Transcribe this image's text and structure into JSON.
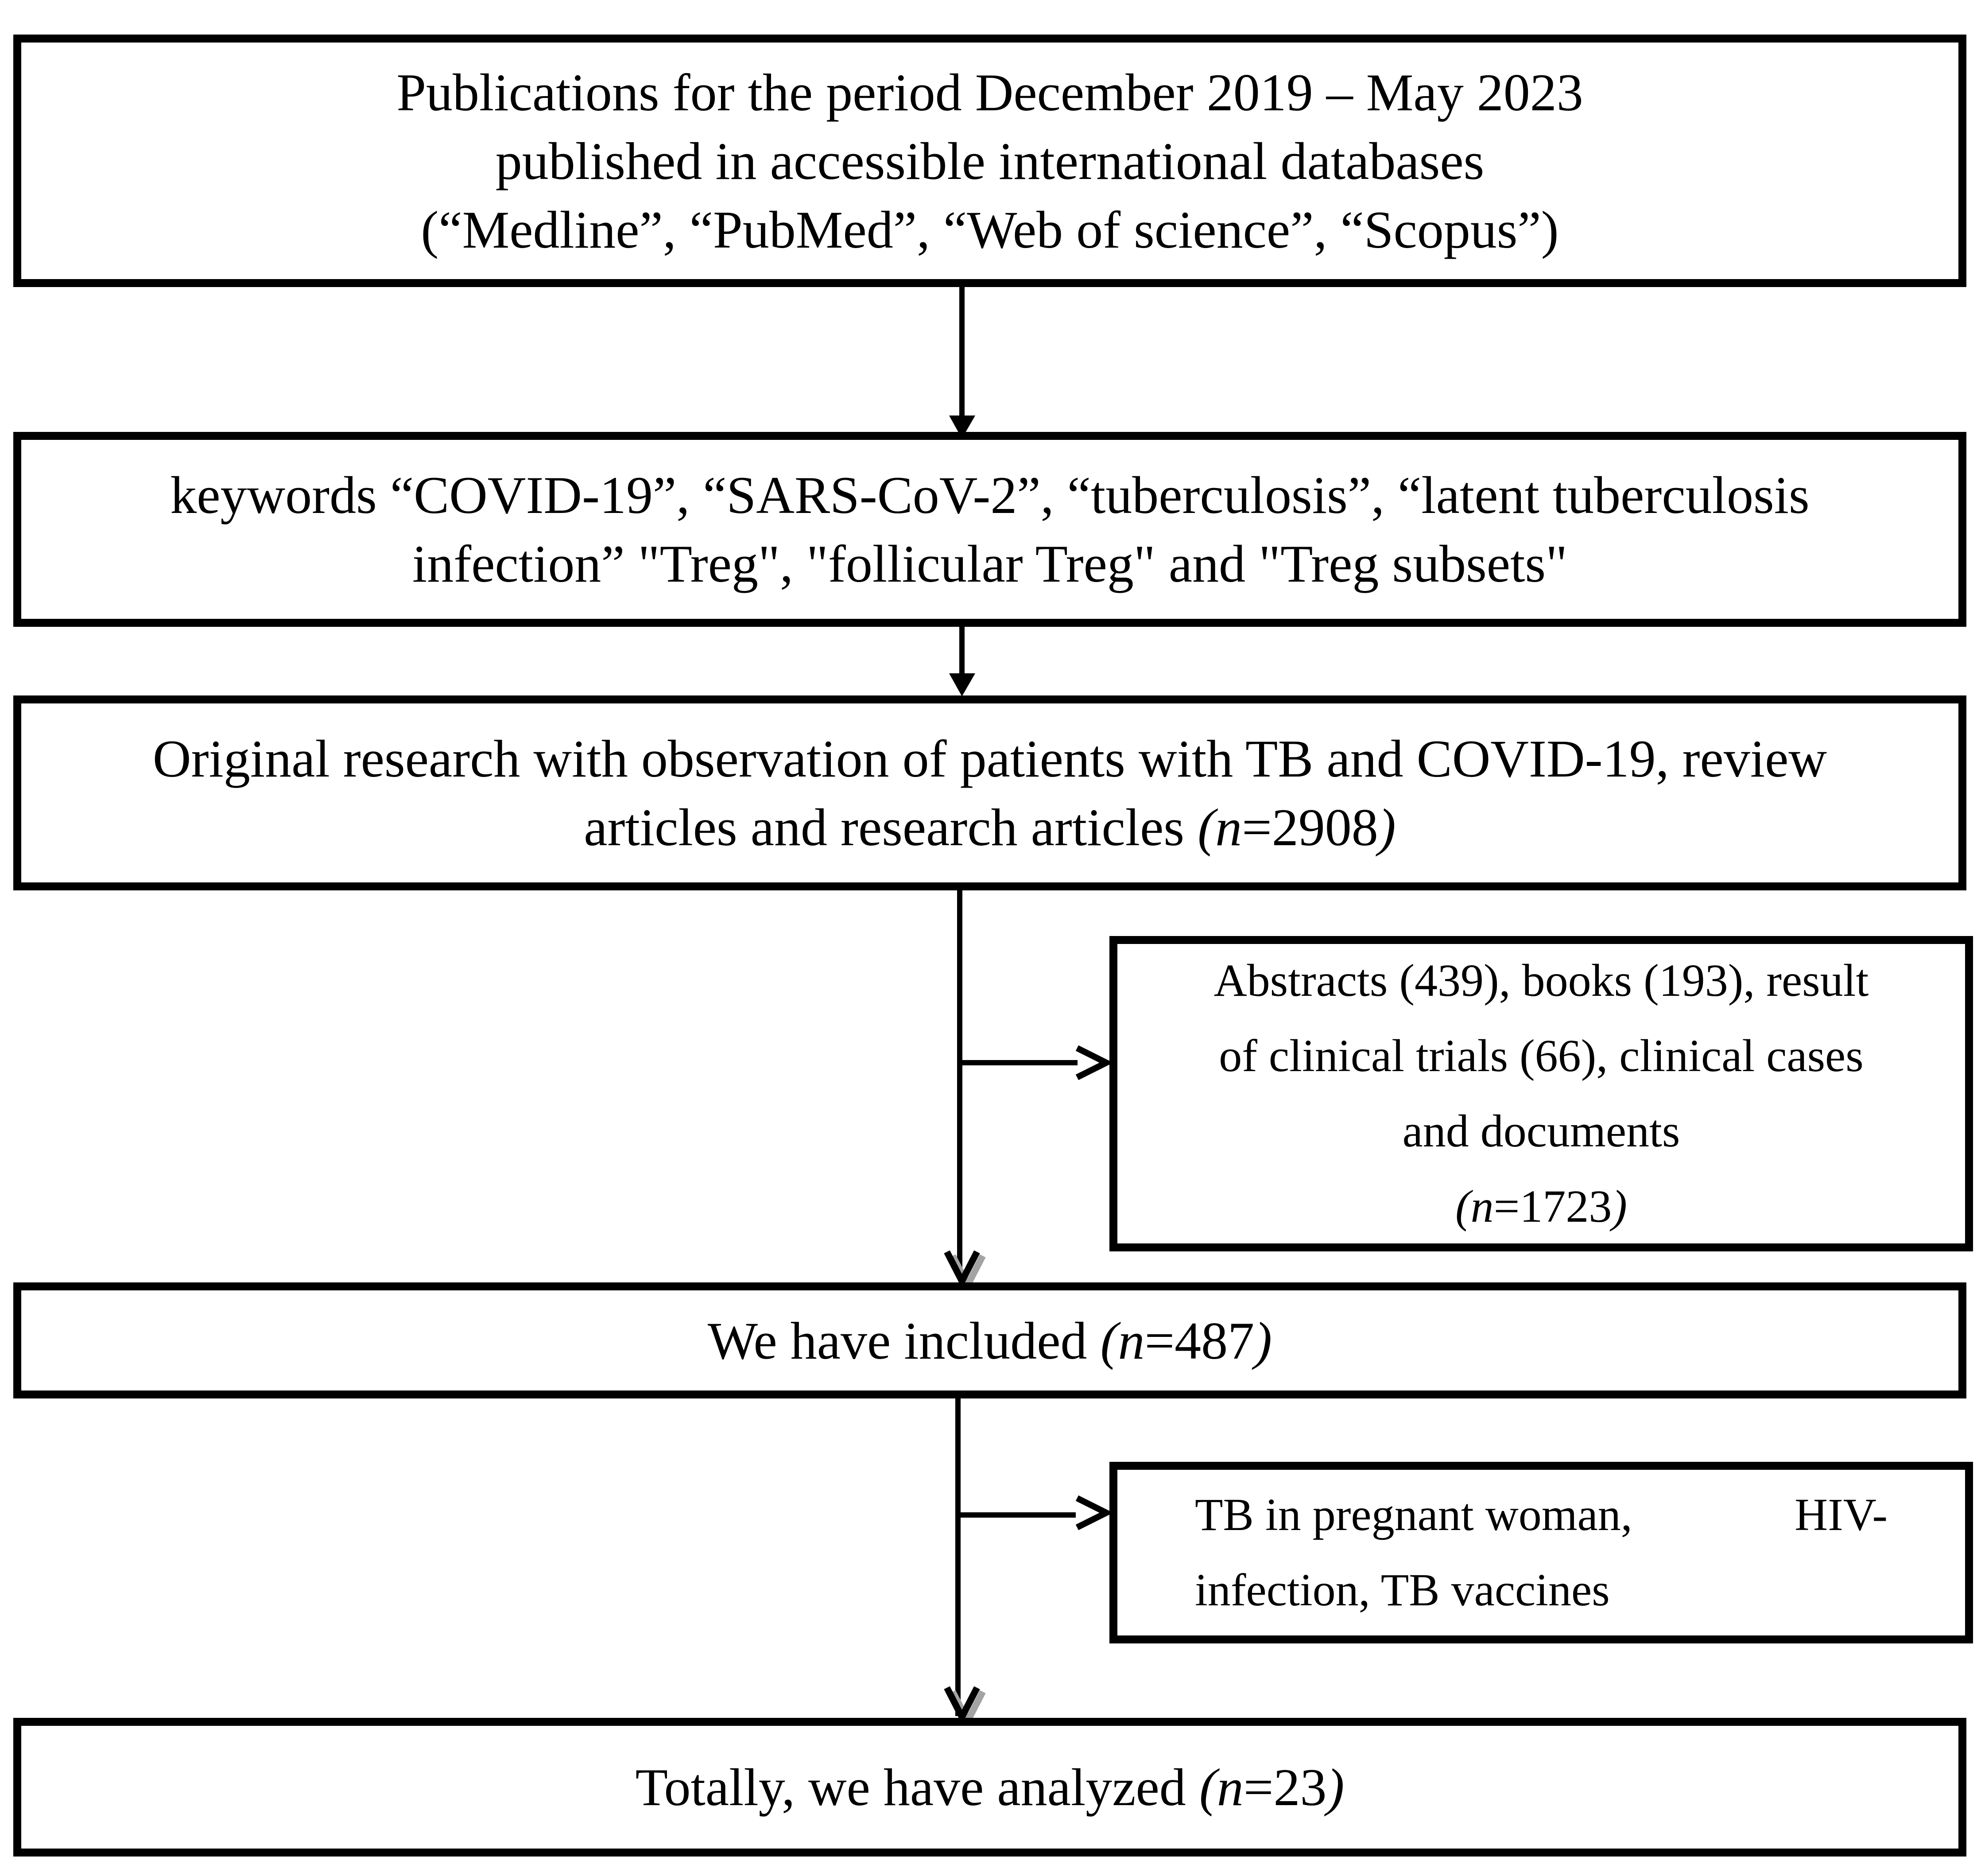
{
  "page": {
    "type": "flowchart",
    "background": "#ffffff",
    "ink": "#000000",
    "arrow_shadow": "#a3a3a3"
  },
  "flowchart": {
    "boxes": [
      {
        "id": "publications",
        "lines": [
          {
            "segs": [
              {
                "t": "Publications for the period December 2019 – May 2023"
              }
            ]
          },
          {
            "segs": [
              {
                "t": "published in accessible international databases"
              }
            ]
          },
          {
            "segs": [
              {
                "t": "(“Medline”, “PubMed”, “Web of science”, “Scopus”)"
              }
            ]
          }
        ]
      },
      {
        "id": "keywords",
        "lines": [
          {
            "segs": [
              {
                "t": "keywords “COVID-19”, “SARS-CoV-2”, “tuberculosis”, “latent tuberculosis"
              }
            ]
          },
          {
            "segs": [
              {
                "t": "infection” \"Treg\", \"follicular Treg\" and \"Treg subsets\""
              }
            ]
          }
        ]
      },
      {
        "id": "original-research",
        "lines": [
          {
            "segs": [
              {
                "t": "Original research with observation of patients with TB and COVID-19, review"
              }
            ]
          },
          {
            "segs": [
              {
                "t": "articles and research articles "
              },
              {
                "t": "(n",
                "i": true
              },
              {
                "t": "=2908"
              },
              {
                "t": ")",
                "i": true
              }
            ]
          }
        ]
      },
      {
        "id": "included",
        "lines": [
          {
            "segs": [
              {
                "t": "We have included "
              },
              {
                "t": "(n",
                "i": true
              },
              {
                "t": "=487"
              },
              {
                "t": ")",
                "i": true
              }
            ]
          }
        ]
      },
      {
        "id": "analyzed",
        "lines": [
          {
            "segs": [
              {
                "t": "Totally, we have analyzed "
              },
              {
                "t": "(n",
                "i": true
              },
              {
                "t": "=23"
              },
              {
                "t": ")",
                "i": true
              }
            ]
          }
        ]
      }
    ],
    "exclusions": [
      {
        "id": "excluded-publication-types",
        "lines": [
          {
            "segs": [
              {
                "t": "Abstracts (439), books (193), result"
              }
            ]
          },
          {
            "segs": [
              {
                "t": "of clinical trials (66), clinical cases"
              }
            ]
          },
          {
            "segs": [
              {
                "t": "and documents"
              }
            ]
          },
          {
            "segs": [
              {
                "t": "(n",
                "i": true
              },
              {
                "t": "=1723"
              },
              {
                "t": ")",
                "i": true
              }
            ]
          }
        ]
      },
      {
        "id": "excluded-topics",
        "lines": [
          {
            "justify": true,
            "segs": [
              {
                "t": "TB in pregnant woman,"
              },
              {
                "t": "HIV-"
              }
            ]
          },
          {
            "segs": [
              {
                "t": "infection, TB vaccines"
              }
            ]
          }
        ]
      }
    ],
    "edges": [
      {
        "from": "publications",
        "to": "keywords",
        "style": "filled-arrow-down"
      },
      {
        "from": "keywords",
        "to": "original-research",
        "style": "filled-arrow-down"
      },
      {
        "from": "original-research",
        "to": "included",
        "style": "open-arrow-down"
      },
      {
        "from": "original-research",
        "to": "excluded-publication-types",
        "style": "open-arrow-right"
      },
      {
        "from": "included",
        "to": "analyzed",
        "style": "open-arrow-down"
      },
      {
        "from": "included",
        "to": "excluded-topics",
        "style": "open-arrow-right"
      }
    ]
  }
}
